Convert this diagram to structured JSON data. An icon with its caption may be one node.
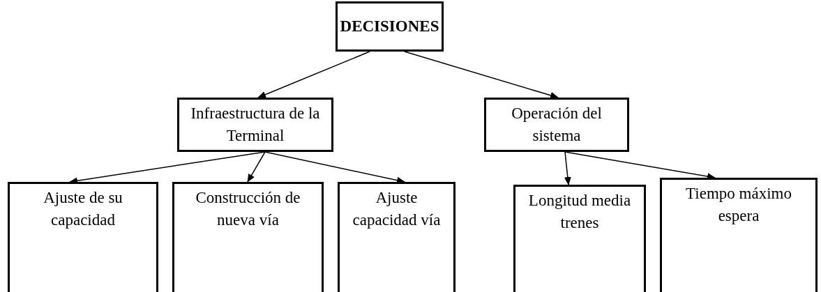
{
  "diagram": {
    "nodes": [
      {
        "text": [
          "DECISIONES"
        ]
      },
      {
        "text": [
          "Infraestructura de la Terminal"
        ]
      },
      {
        "text": [
          "Operación del sistema"
        ]
      },
      {
        "text": [
          "Ajuste de su capacidad"
        ]
      },
      {
        "text": [
          "Construcción de nueva vía"
        ]
      },
      {
        "text": [
          "Ajuste capacidad vía"
        ]
      },
      {
        "text": [
          "Longitud media trenes"
        ]
      },
      {
        "text": [
          "Tiempo máximo espera"
        ]
      }
    ],
    "edges": [
      {
        "from": 0,
        "to": 1,
        "arrow": "to"
      },
      {
        "from": 0,
        "to": 2,
        "arrow": "to"
      },
      {
        "from": 1,
        "to": 3,
        "arrow": "to"
      },
      {
        "from": 1,
        "to": 4,
        "arrow": "to"
      },
      {
        "from": 1,
        "to": 5,
        "arrow": "to"
      },
      {
        "from": 2,
        "to": 6,
        "arrow": "to"
      },
      {
        "from": 2,
        "to": 7,
        "arrow": "to"
      }
    ]
  }
}
